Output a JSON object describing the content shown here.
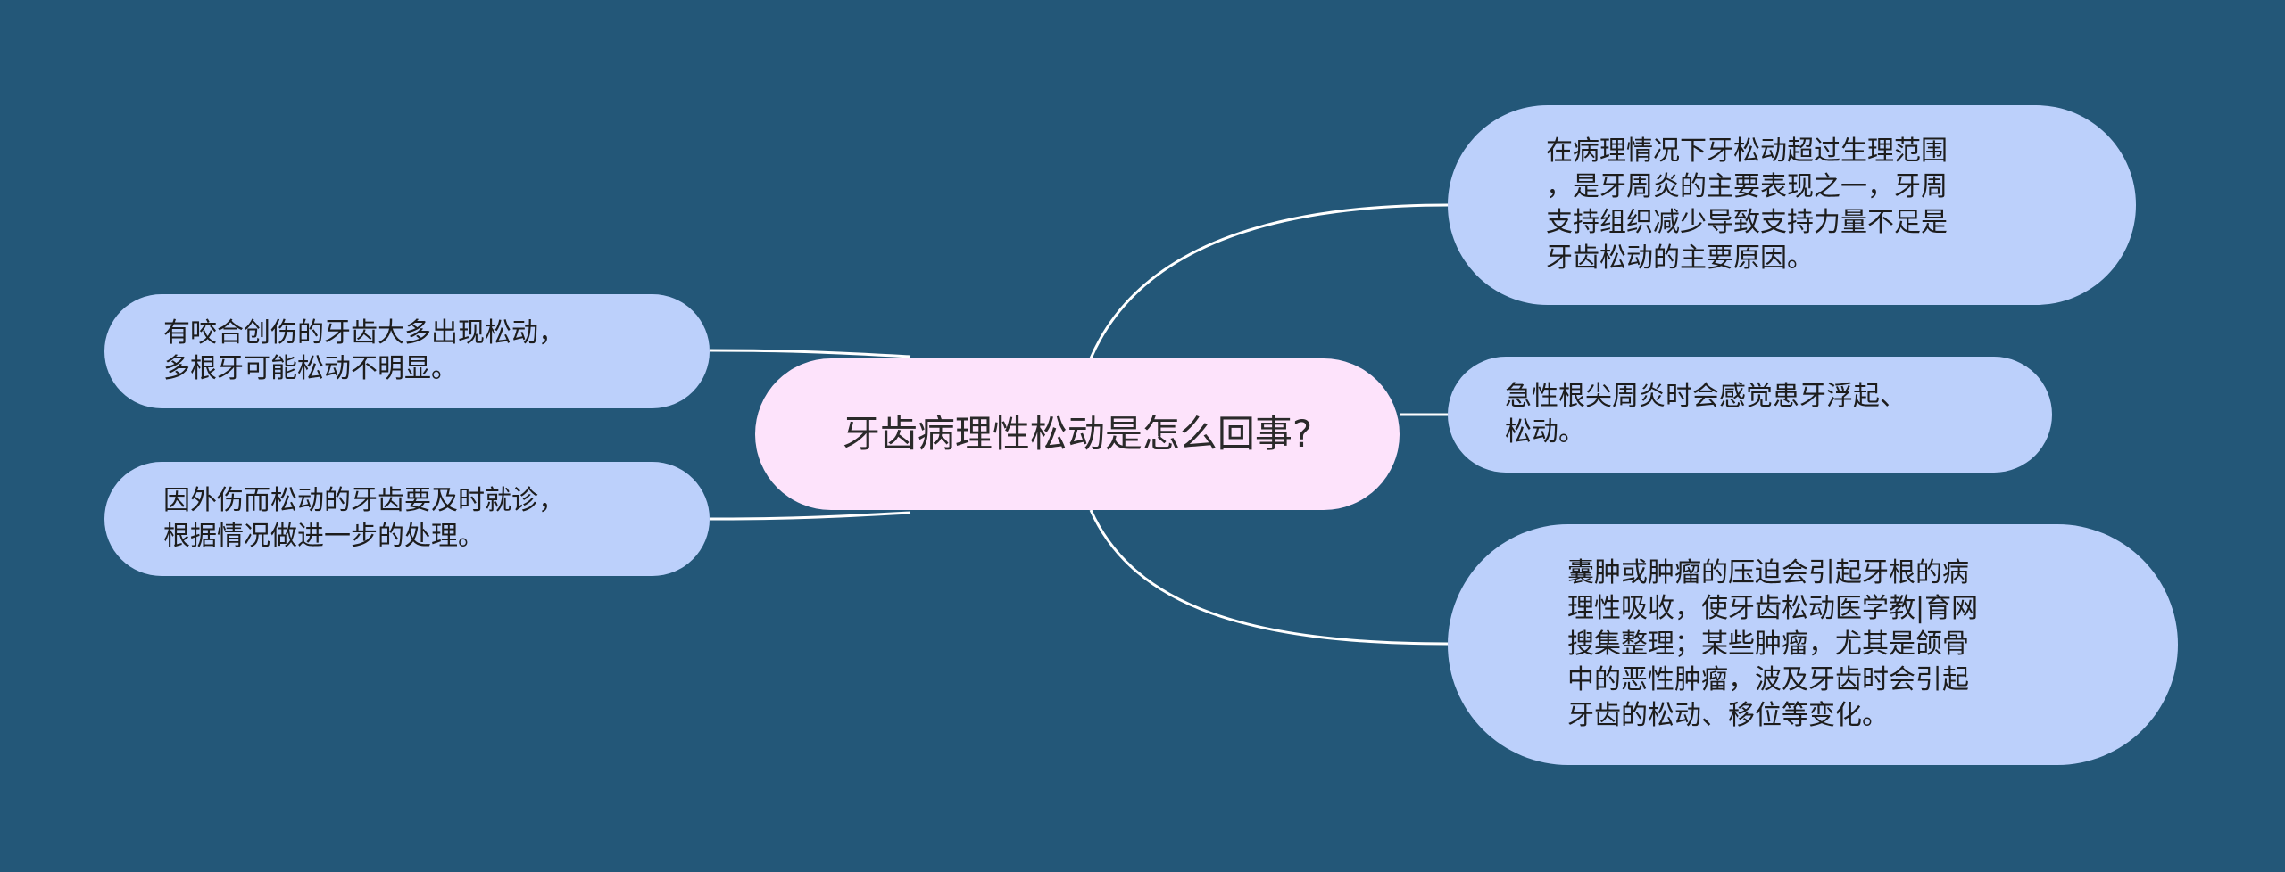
{
  "mindmap": {
    "root": "牙齿病理性松动是怎么回事?",
    "left": [
      "有咬合创伤的牙齿大多出现松动，\n多根牙可能松动不明显。",
      "因外伤而松动的牙齿要及时就诊，\n根据情况做进一步的处理。"
    ],
    "right": [
      "在病理情况下牙松动超过生理范围\n，是牙周炎的主要表现之一，牙周\n支持组织减少导致支持力量不足是\n牙齿松动的主要原因。",
      "急性根尖周炎时会感觉患牙浮起、\n松动。",
      "囊肿或肿瘤的压迫会引起牙根的病\n理性吸收，使牙齿松动医学教|育网\n搜集整理；某些肿瘤，尤其是颌骨\n中的恶性肿瘤，波及牙齿时会引起\n牙齿的松动、移位等变化。"
    ]
  },
  "colors": {
    "background": "#235778",
    "root_fill": "#fde3fb",
    "leaf_fill": "#bcd0fb",
    "connector": "#ffffff"
  }
}
